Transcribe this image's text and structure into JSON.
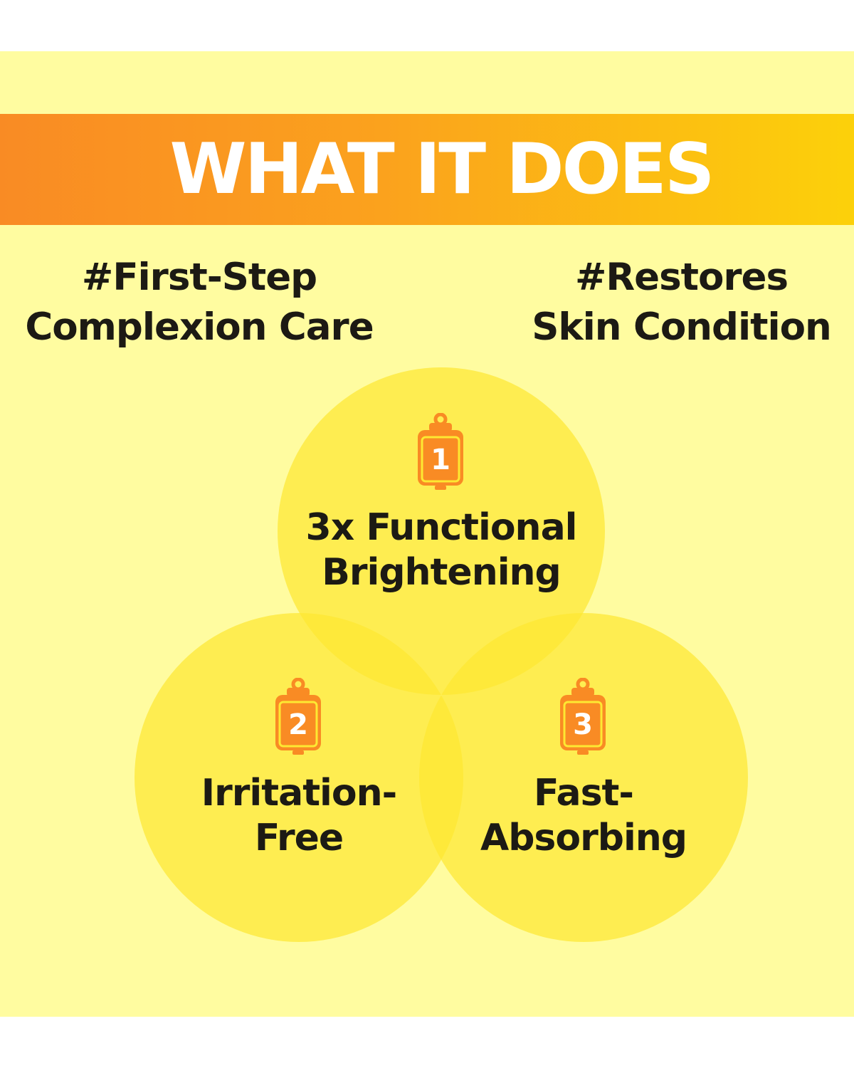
{
  "colors": {
    "panel_background": "#fffca0",
    "banner_start": "#f98b24",
    "banner_end": "#fcd10a",
    "circle_fill": "#fde832",
    "badge_orange": "#f98b24",
    "text_dark": "#1c1a14",
    "text_light": "#ffffff"
  },
  "banner": {
    "title": "WHAT IT DOES"
  },
  "taglines": [
    {
      "line1": "#First-Step",
      "line2": "Complexion Care"
    },
    {
      "line1": "#Restores",
      "line2": "Skin Condition"
    }
  ],
  "benefits": [
    {
      "number": "1",
      "line1": "3x Functional",
      "line2": "Brightening",
      "icon": "serum-bag-icon"
    },
    {
      "number": "2",
      "line1": "Irritation-",
      "line2": "Free",
      "icon": "serum-bag-icon"
    },
    {
      "number": "3",
      "line1": "Fast-",
      "line2": "Absorbing",
      "icon": "serum-bag-icon"
    }
  ]
}
